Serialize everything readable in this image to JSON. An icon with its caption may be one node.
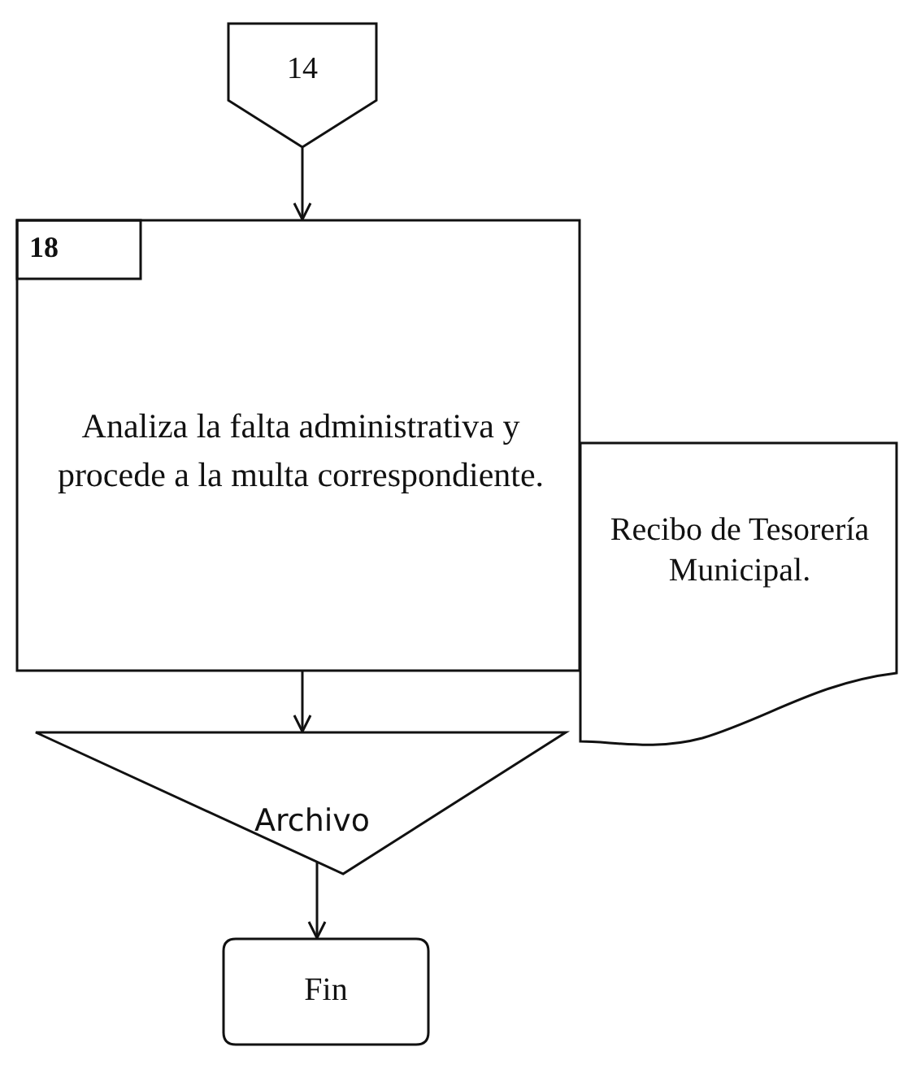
{
  "diagram": {
    "nodes": [
      {
        "text": [
          "14"
        ]
      },
      {
        "text": [
          "Analiza la falta administrativa y procede a la multa correspondiente."
        ]
      },
      {
        "text": [
          "18"
        ],
        "in": 1
      },
      {
        "text": [
          "Recibo de Tesorería Municipal."
        ]
      },
      {
        "text": [
          "Archivo"
        ]
      },
      {
        "text": [
          "Fin"
        ]
      }
    ],
    "edges": [
      {
        "from": 0,
        "to": 1,
        "arrow": "to"
      },
      {
        "from": 1,
        "to": 4,
        "arrow": "to"
      },
      {
        "from": 4,
        "to": 5,
        "arrow": "to"
      }
    ]
  }
}
